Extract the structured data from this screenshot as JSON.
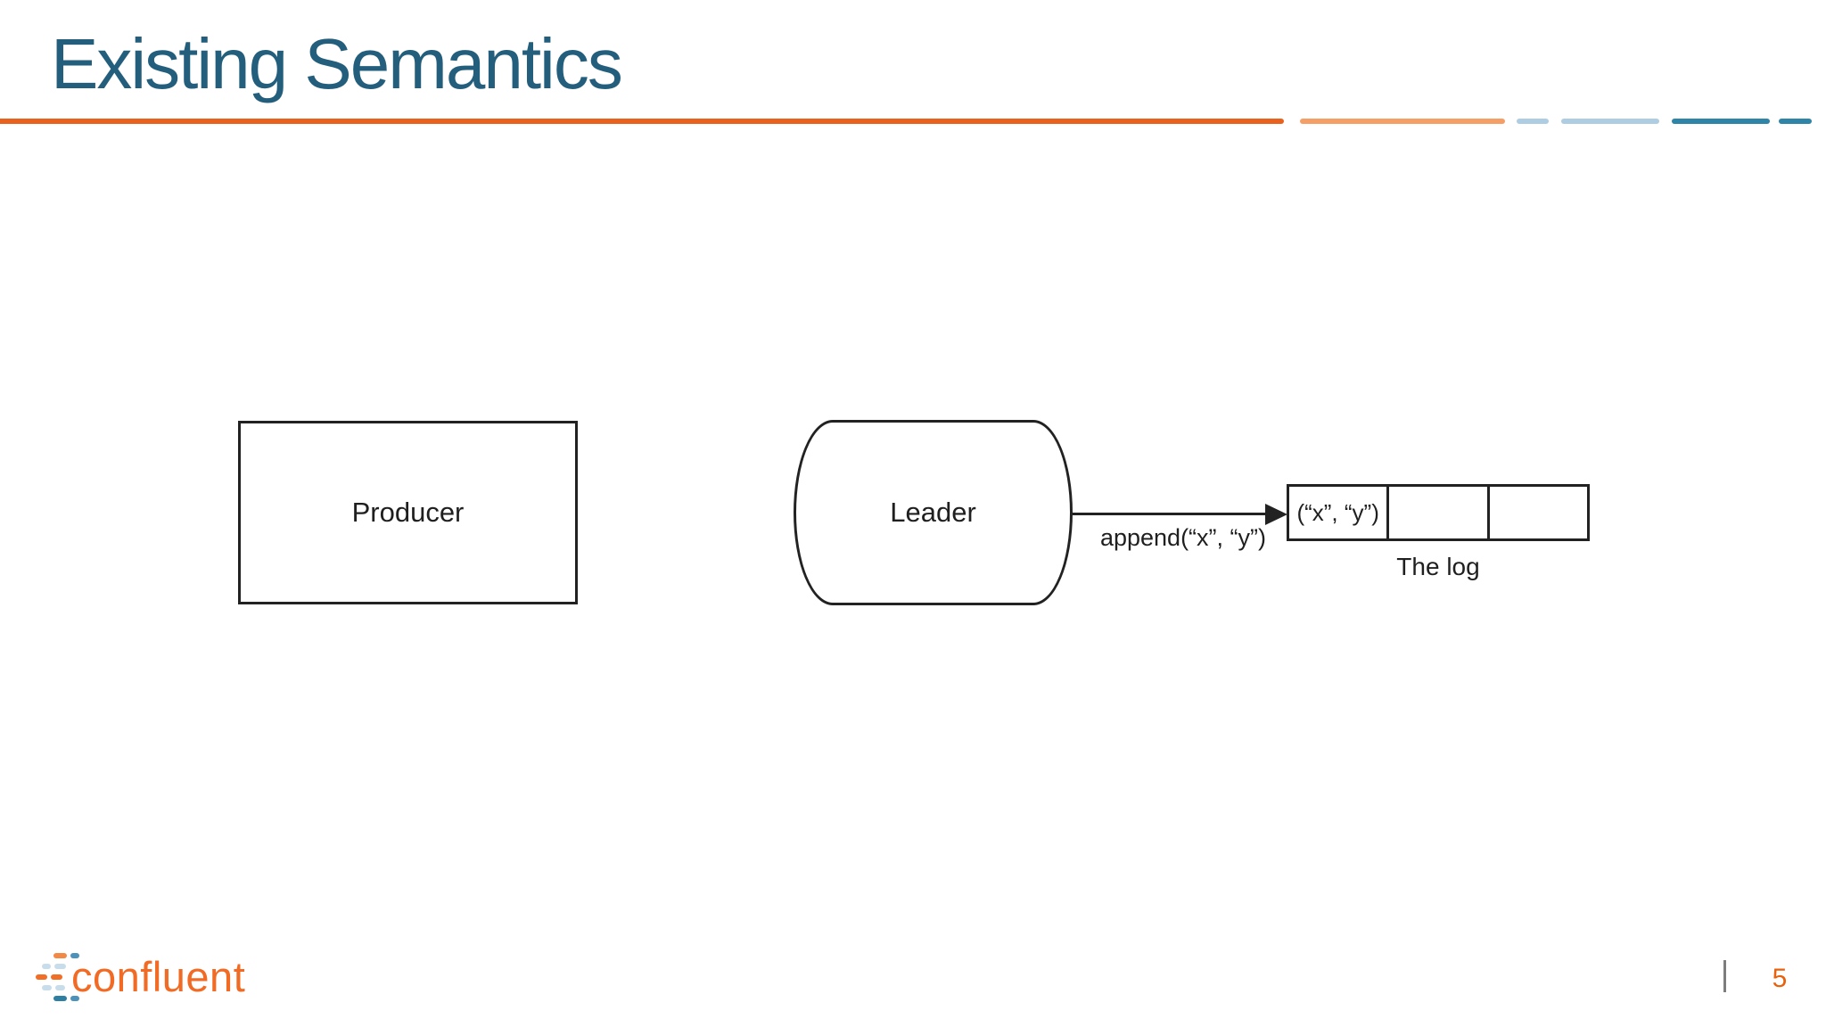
{
  "slide": {
    "title": "Existing Semantics"
  },
  "diagram": {
    "producer_label": "Producer",
    "leader_label": "Leader",
    "arrow_label": "append(“x”, “y”)",
    "log_cells": [
      "(“x”, “y”)",
      "",
      ""
    ],
    "log_caption": "The log"
  },
  "footer": {
    "logo_text": "confluent",
    "page_number": "5"
  },
  "colors": {
    "title_teal": "#235e7c",
    "accent_orange": "#e9611c",
    "accent_orange_light": "#f59e66",
    "accent_blue_pale": "#aecde2",
    "accent_teal": "#2e85a8",
    "logo_orange": "#f26b24",
    "page_number_orange": "#e8620c",
    "ink": "#222222"
  }
}
